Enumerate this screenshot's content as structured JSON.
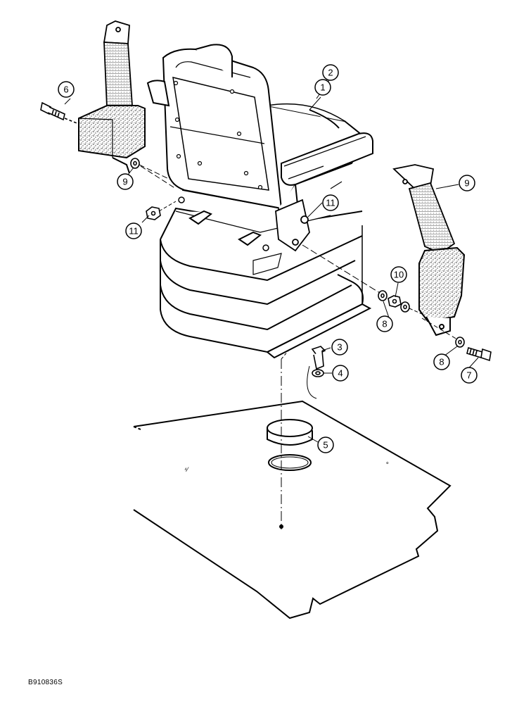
{
  "figure": {
    "reference_code": "B910836S"
  },
  "callouts": [
    {
      "label": "1"
    },
    {
      "label": "2"
    },
    {
      "label": "3"
    },
    {
      "label": "4"
    },
    {
      "label": "5"
    },
    {
      "label": "6"
    },
    {
      "label": "7"
    },
    {
      "label": "8"
    },
    {
      "label": "8"
    },
    {
      "label": "9"
    },
    {
      "label": "9"
    },
    {
      "label": "10"
    },
    {
      "label": "11"
    },
    {
      "label": "11"
    }
  ],
  "colors": {
    "line": "#000000",
    "background": "#ffffff",
    "speckle": "#555555"
  }
}
